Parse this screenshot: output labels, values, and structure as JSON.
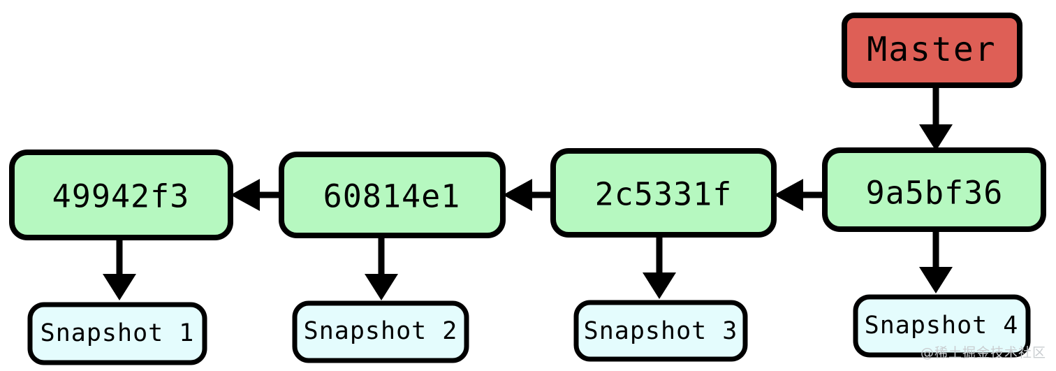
{
  "diagram": {
    "title": "git-commit-chain-with-snapshots",
    "background": "#ffffff",
    "colors": {
      "commit_fill": "#b6f8c0",
      "branch_fill": "#de5f56",
      "snapshot_fill": "#e4fcfd",
      "stroke": "#000000",
      "watermark": "#c9cdd0"
    }
  },
  "branch": {
    "label": "Master"
  },
  "commits": [
    {
      "label": "49942f3"
    },
    {
      "label": "60814e1"
    },
    {
      "label": "2c5331f"
    },
    {
      "label": "9a5bf36"
    }
  ],
  "snapshots": [
    {
      "label": "Snapshot 1"
    },
    {
      "label": "Snapshot 2"
    },
    {
      "label": "Snapshot 3"
    },
    {
      "label": "Snapshot 4"
    }
  ],
  "watermark": {
    "text": "@稀土掘金技术社区"
  }
}
